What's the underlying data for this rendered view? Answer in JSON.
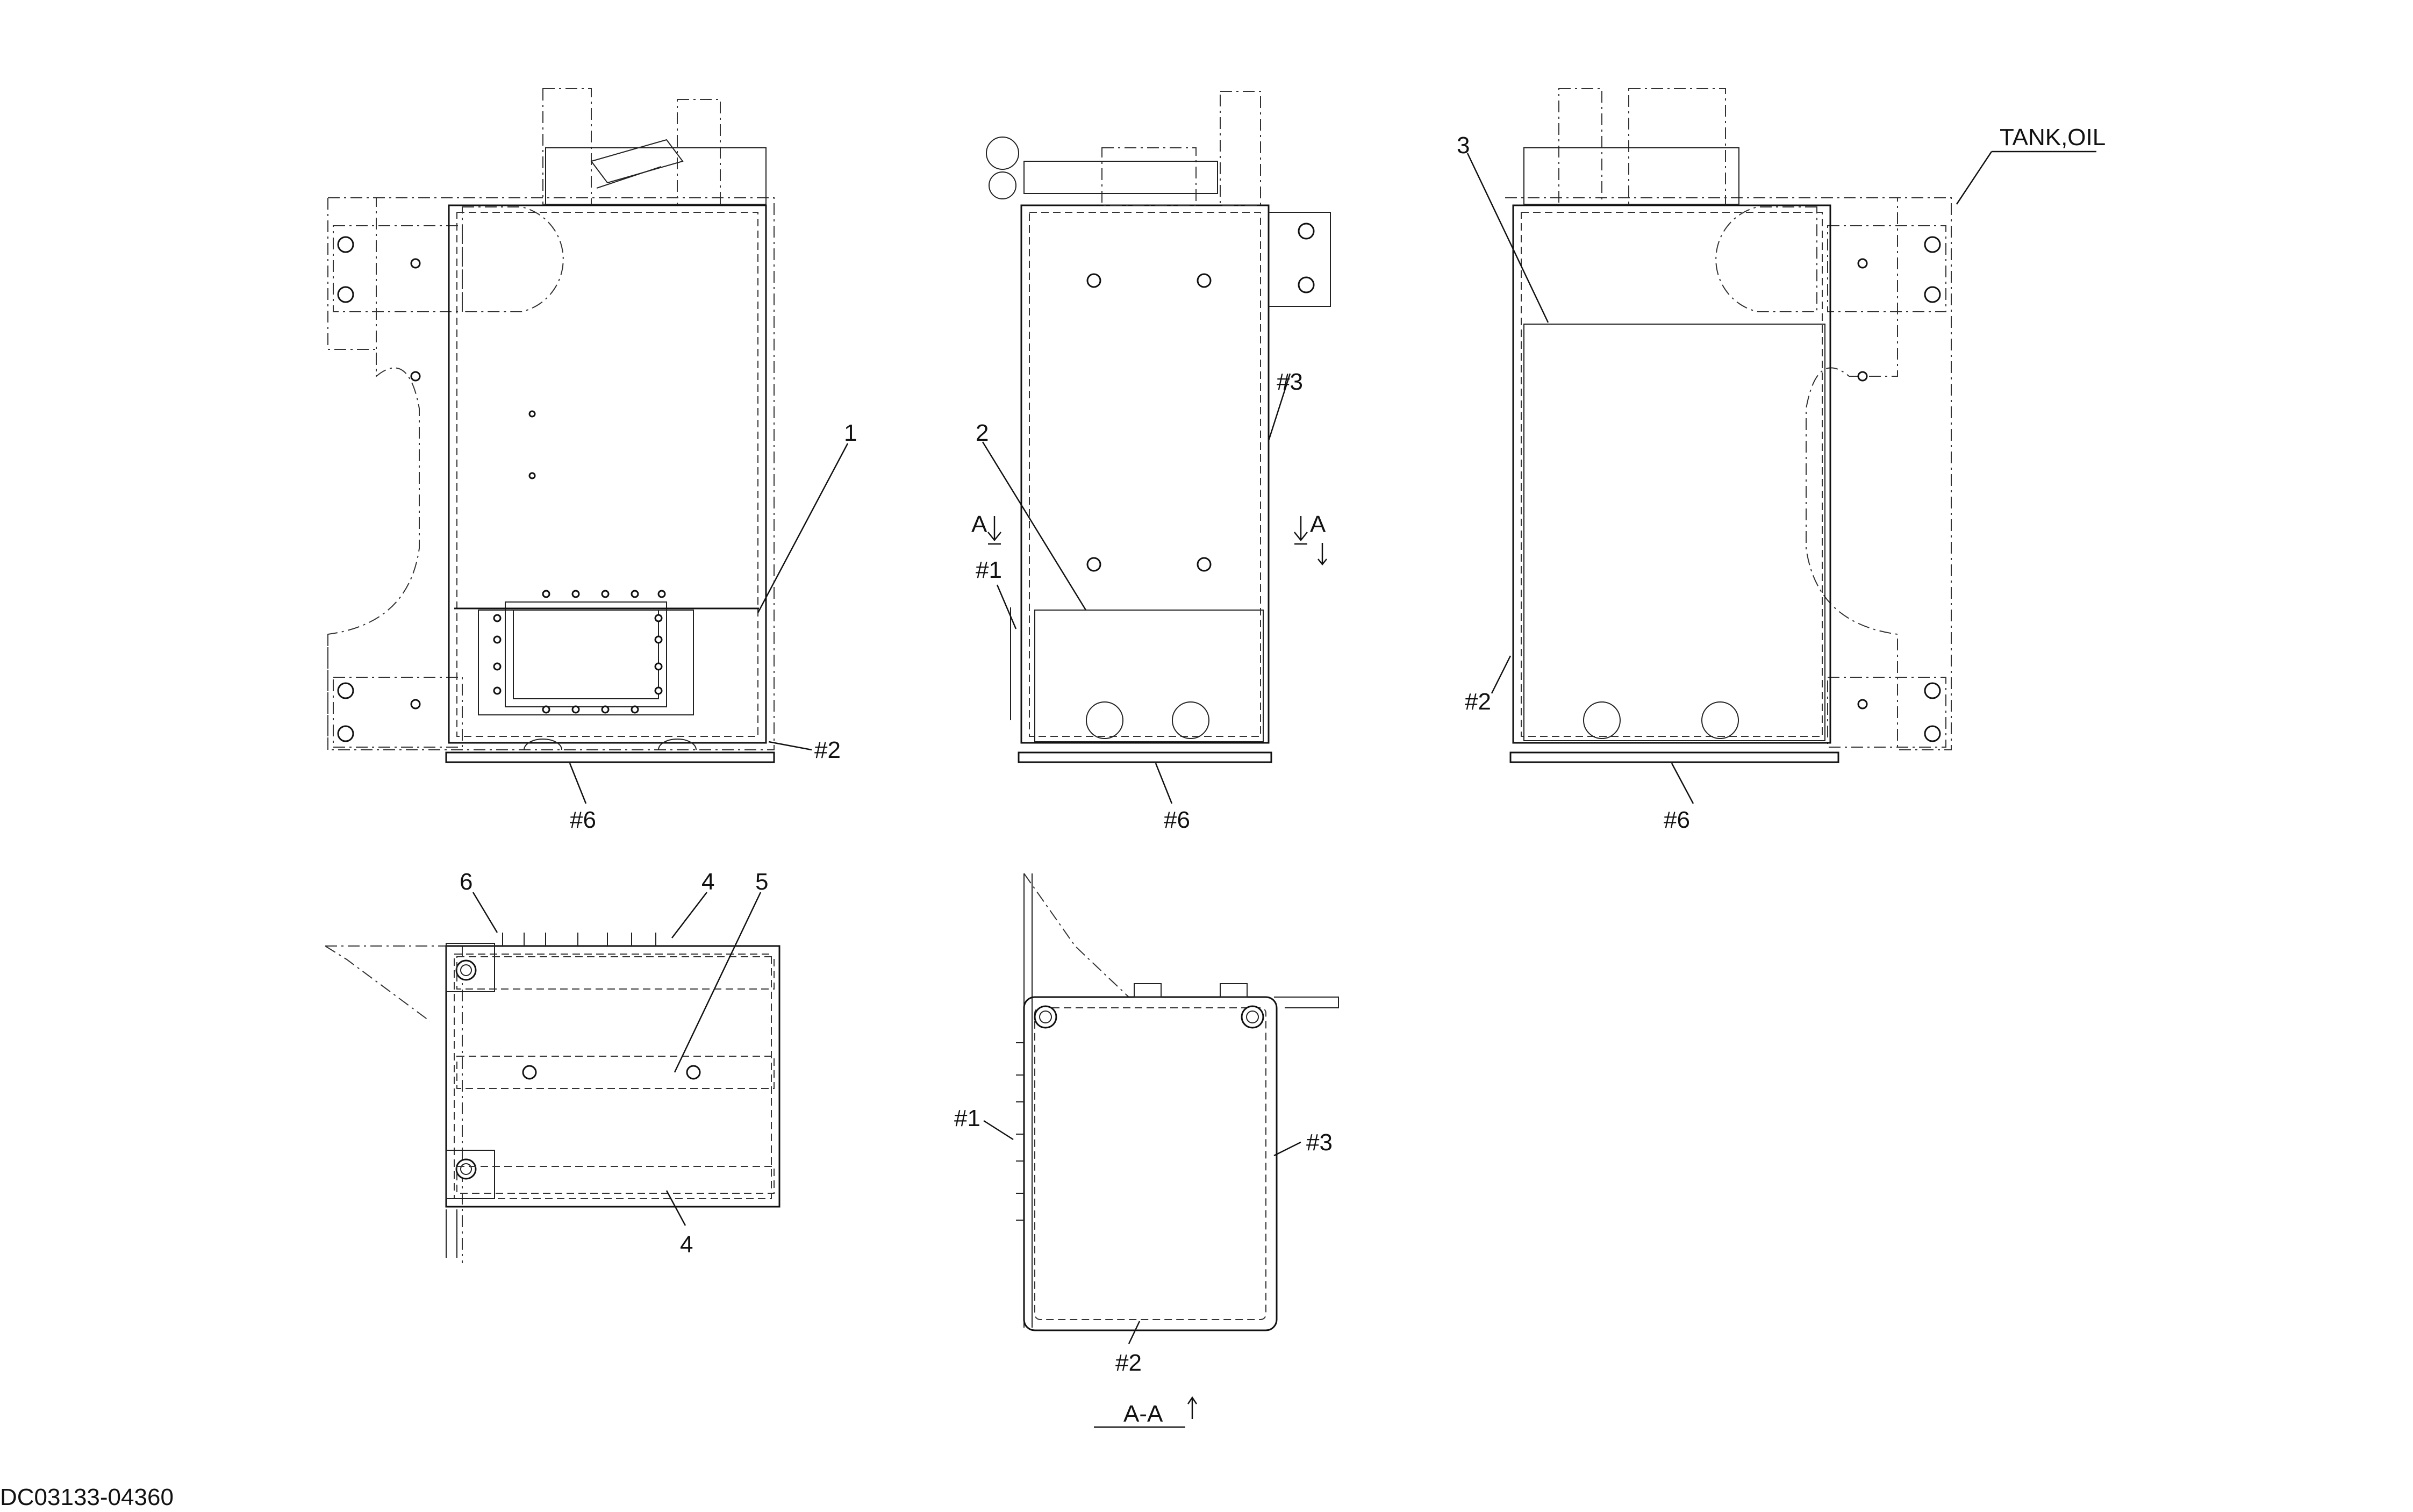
{
  "drawing": {
    "title": "TANK,OIL",
    "drawing_number": "DC03133-04360",
    "section_label": "A-A",
    "section_marker": "A"
  },
  "callouts": {
    "part_1": "1",
    "part_2": "2",
    "part_3": "3",
    "part_4_top": "4",
    "part_4_bottom": "4",
    "part_5": "5",
    "part_6": "6",
    "weld_2_front": "#2",
    "weld_6_front": "#6",
    "weld_3_side": "#3",
    "weld_1_side": "#1",
    "weld_6_side": "#6",
    "weld_2_rear": "#2",
    "weld_6_rear": "#6",
    "weld_1_section": "#1",
    "weld_3_section": "#3",
    "weld_2_section": "#2"
  }
}
